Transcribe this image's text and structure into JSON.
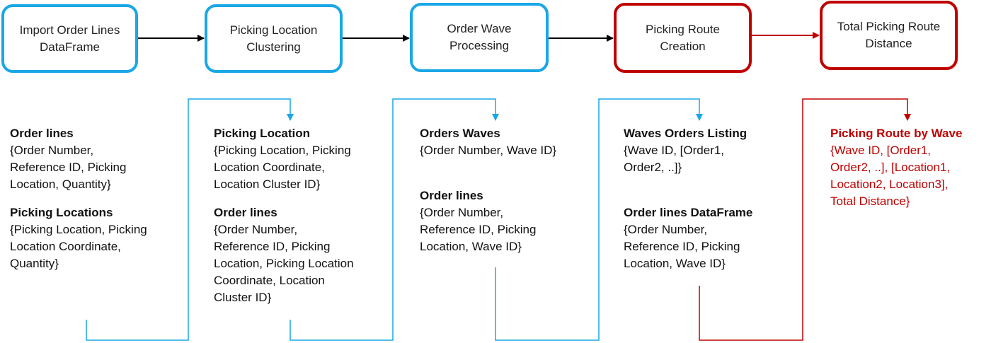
{
  "colors": {
    "blue": "#1aa7e6",
    "red": "#c00000",
    "black": "#000000",
    "text": "#111111"
  },
  "steps": [
    {
      "label": "Import Order Lines\nDataFrame",
      "color": "blue"
    },
    {
      "label": "Picking Location\nClustering",
      "color": "blue"
    },
    {
      "label": "Order Wave\nProcessing",
      "color": "blue"
    },
    {
      "label": "Picking Route\nCreation",
      "color": "red"
    },
    {
      "label": "Total Picking Route\nDistance",
      "color": "red"
    }
  ],
  "columns": [
    {
      "groups": [
        {
          "heading": "Order lines",
          "body": "{Order Number,\nReference ID, Picking\nLocation, Quantity}"
        },
        {
          "heading": "Picking Locations",
          "body": "{Picking Location, Picking\nLocation Coordinate,\nQuantity}"
        }
      ]
    },
    {
      "groups": [
        {
          "heading": "Picking Location",
          "body": "{Picking Location, Picking\nLocation Coordinate,\nLocation Cluster ID}"
        },
        {
          "heading": "Order lines",
          "body": "{Order Number,\nReference ID, Picking\nLocation, Picking Location\nCoordinate, Location\nCluster ID}"
        }
      ]
    },
    {
      "groups": [
        {
          "heading": "Orders Waves",
          "body": "{Order Number, Wave ID}"
        },
        {
          "heading": "Order lines",
          "body": "{Order Number,\nReference ID, Picking\nLocation, Wave ID}"
        }
      ]
    },
    {
      "groups": [
        {
          "heading": "Waves Orders Listing",
          "body": "{Wave ID, [Order1,\nOrder2, ..]}"
        },
        {
          "heading": "Order lines DataFrame",
          "body": "{Order Number,\nReference ID, Picking\nLocation, Wave ID}"
        }
      ]
    },
    {
      "groups": [
        {
          "heading": "Picking Route by Wave",
          "body": "{Wave ID, [Order1,\nOrder2, ..], [Location1,\nLocation2, Location3],\nTotal Distance}"
        }
      ]
    }
  ]
}
